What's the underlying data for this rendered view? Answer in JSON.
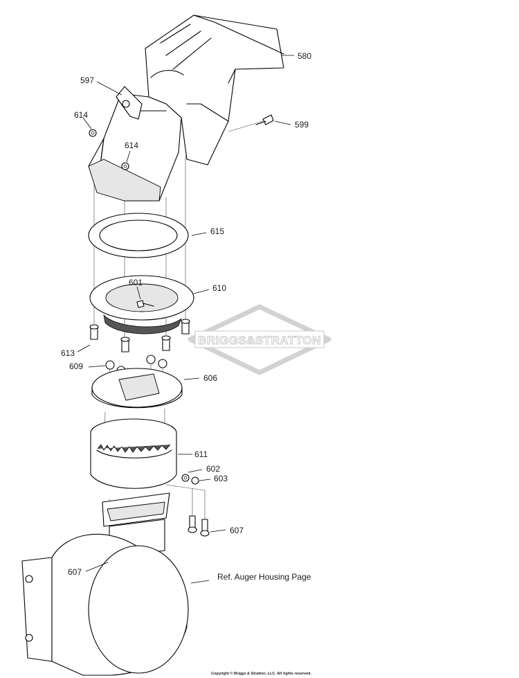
{
  "callouts": {
    "c580": "580",
    "c597": "597",
    "c614a": "614",
    "c614b": "614",
    "c599": "599",
    "c615": "615",
    "c601": "601",
    "c610": "610",
    "c613": "613",
    "c609": "609",
    "c606": "606",
    "c611": "611",
    "c602": "602",
    "c603": "603",
    "c607a": "607",
    "c607b": "607"
  },
  "reference_note": "Ref. Auger Housing Page",
  "watermark": "BRIGGS&STRATTON",
  "copyright": "Copyright © Briggs & Stratton, LLC. All rights reserved.",
  "colors": {
    "line": "#000000",
    "watermark": "#c9c9c9",
    "background": "#ffffff"
  }
}
